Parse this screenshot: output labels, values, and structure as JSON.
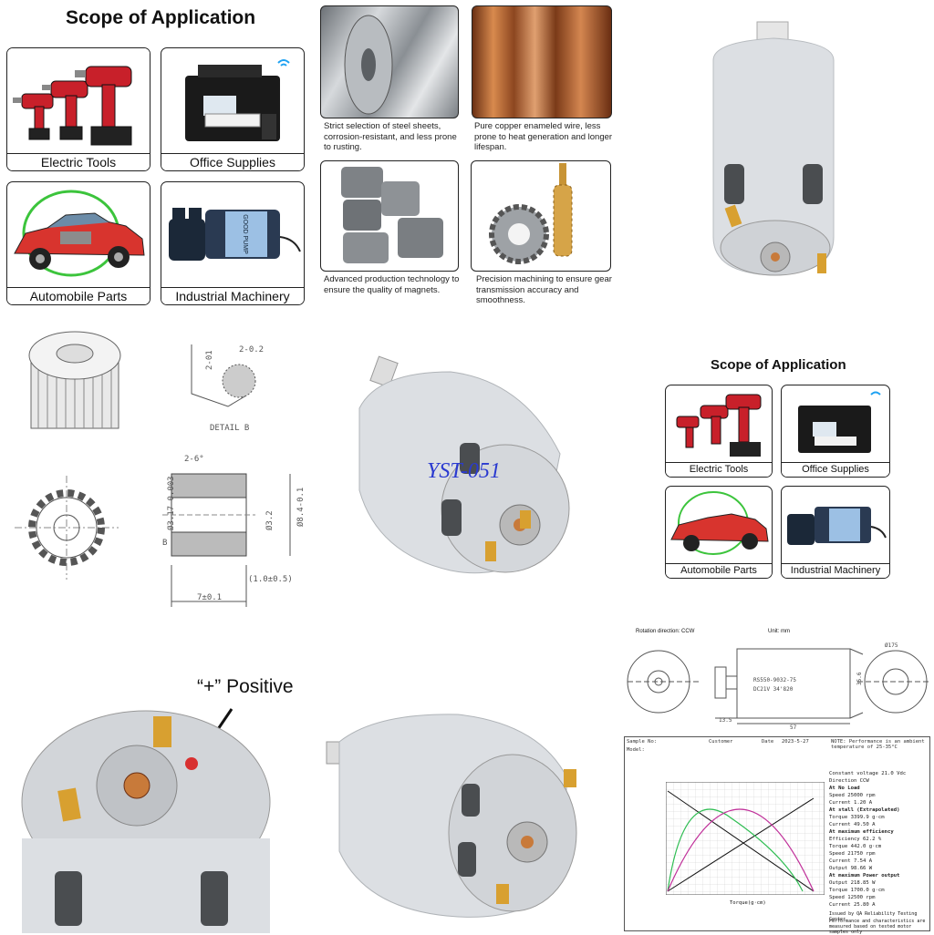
{
  "top_title": "Scope of Application",
  "applications": [
    "Electric Tools",
    "Office Supplies",
    "Automobile Parts",
    "Industrial Machinery"
  ],
  "materials": [
    {
      "caption": "Strict selection of steel sheets, corrosion-resistant, and less prone to rusting."
    },
    {
      "caption": "Pure copper enameled wire, less prone to heat generation and longer lifespan."
    },
    {
      "caption": "Advanced production technology to ensure the quality of magnets."
    },
    {
      "caption": "Precision machining to ensure gear transmission accuracy and smoothness."
    }
  ],
  "mid_title": "Scope of Application",
  "mid_applications": [
    "Electric Tools",
    "Office Supplies",
    "Automobile Parts",
    "Industrial Machinery"
  ],
  "watermark": "YST-051",
  "gear_drawing": {
    "detail_label": "DETAIL B",
    "dim_1": "2-0.2",
    "dim_2": "2-01",
    "dim_3": "2-6°",
    "dim_4": "Ø3.17-0.003",
    "dim_5": "Ø3.2",
    "dim_6": "Ø8.4-0.1",
    "dim_7": "(1.0±0.5)",
    "dim_8": "7±0.1",
    "label_b": "B"
  },
  "positive_label": "“+” Positive",
  "motor_drawing": {
    "rotation": "Rotation direction: CCW",
    "unit": "Unit: mm",
    "model": "RS550-9032-75",
    "spec": "DC21V 34'820",
    "dim_a": "57",
    "dim_b": "13.5",
    "dim_c": "35.6",
    "dim_d": "Ø175"
  },
  "test_report": {
    "sample_no": "Sample No:",
    "customer": "Customer",
    "model": "Model:",
    "date": "Date",
    "date_value": "2023-5-27",
    "x_axis": "Torque(g·cm)",
    "note": "NOTE: Performance is an ambient temperature of 25-35°C",
    "rows": [
      {
        "label": "Constant voltage",
        "value": "21.0",
        "unit": "Vdc"
      },
      {
        "label": "Direction",
        "value": "CCW",
        "unit": ""
      },
      {
        "label": "At No Load",
        "value": "",
        "unit": ""
      },
      {
        "label": "Speed",
        "value": "25000",
        "unit": "rpm"
      },
      {
        "label": "Current",
        "value": "1.20",
        "unit": "A"
      },
      {
        "label": "At stall (Extrapolated)",
        "value": "",
        "unit": ""
      },
      {
        "label": "Torque",
        "value": "3399.9",
        "unit": "g·cm"
      },
      {
        "label": "Current",
        "value": "49.50",
        "unit": "A"
      },
      {
        "label": "At maximum efficiency",
        "value": "",
        "unit": ""
      },
      {
        "label": "Efficiency",
        "value": "62.2",
        "unit": "%"
      },
      {
        "label": "Torque",
        "value": "442.0",
        "unit": "g·cm"
      },
      {
        "label": "Speed",
        "value": "21750",
        "unit": "rpm"
      },
      {
        "label": "Current",
        "value": "7.54",
        "unit": "A"
      },
      {
        "label": "Output",
        "value": "98.66",
        "unit": "W"
      },
      {
        "label": "At maximum Power output",
        "value": "",
        "unit": ""
      },
      {
        "label": "Output",
        "value": "218.85",
        "unit": "W"
      },
      {
        "label": "Torque",
        "value": "1700.0",
        "unit": "g·cm"
      },
      {
        "label": "Speed",
        "value": "12500",
        "unit": "rpm"
      },
      {
        "label": "Current",
        "value": "25.80",
        "unit": "A"
      }
    ],
    "footer_1": "Issued by QA Reliability Testing Center",
    "footer_2": "Performance and characteristics are measured based on tested motor samples only"
  },
  "colors": {
    "motor_body": "#dcdfe3",
    "red": "#c8202a",
    "copper": "#b66a2e",
    "magnet": "#8c8f93",
    "brass": "#c89436"
  }
}
